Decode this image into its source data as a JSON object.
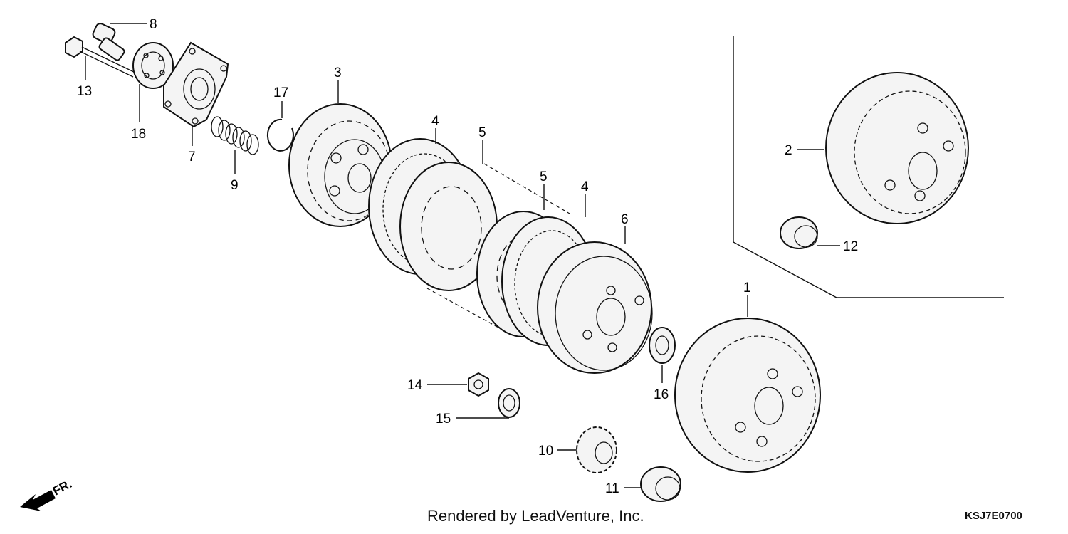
{
  "labels": {
    "p1": "1",
    "p2": "2",
    "p3": "3",
    "p4a": "4",
    "p4b": "4",
    "p5a": "5",
    "p5b": "5",
    "p6": "6",
    "p7": "7",
    "p8": "8",
    "p9": "9",
    "p10": "10",
    "p11": "11",
    "p12": "12",
    "p13": "13",
    "p14": "14",
    "p15": "15",
    "p16": "16",
    "p17": "17",
    "p18": "18"
  },
  "direction": {
    "text": "FR."
  },
  "footer": {
    "credit": "Rendered by LeadVenture, Inc.",
    "code": "KSJ7E0700"
  }
}
